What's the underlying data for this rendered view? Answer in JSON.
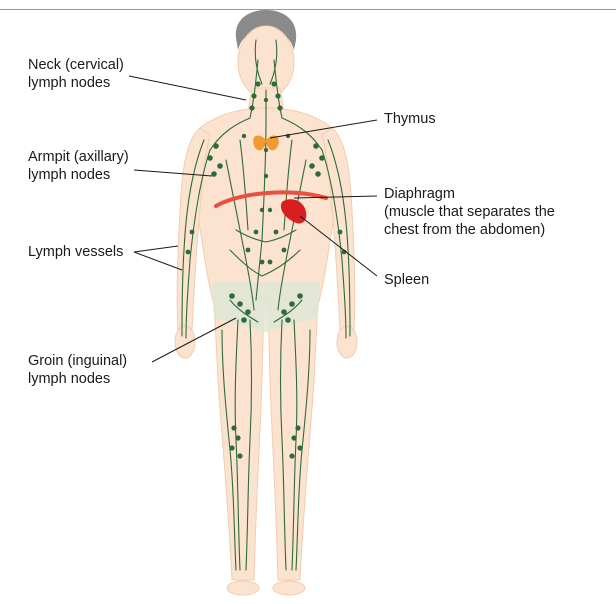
{
  "labels": {
    "neck": {
      "line1": "Neck (cervical)",
      "line2": "lymph nodes"
    },
    "armpit": {
      "line1": "Armpit (axillary)",
      "line2": "lymph nodes"
    },
    "vessels": {
      "line1": "Lymph vessels"
    },
    "groin": {
      "line1": "Groin (inguinal)",
      "line2": "lymph nodes"
    },
    "thymus": {
      "line1": "Thymus"
    },
    "diaphragm": {
      "line1": "Diaphragm",
      "line2": "(muscle that separates the",
      "line3": "chest from the abdomen)"
    },
    "spleen": {
      "line1": "Spleen"
    }
  },
  "colors": {
    "skin": "#fbe3cf",
    "skin_edge": "#f2cdb0",
    "hair": "#8a8a8a",
    "lymph": "#2f6b3a",
    "diaphragm": "#e8503f",
    "spleen": "#d81e1e",
    "thymus": "#f29a2e",
    "underwear": "#dfe6d6",
    "leader": "#1a1a1a"
  }
}
